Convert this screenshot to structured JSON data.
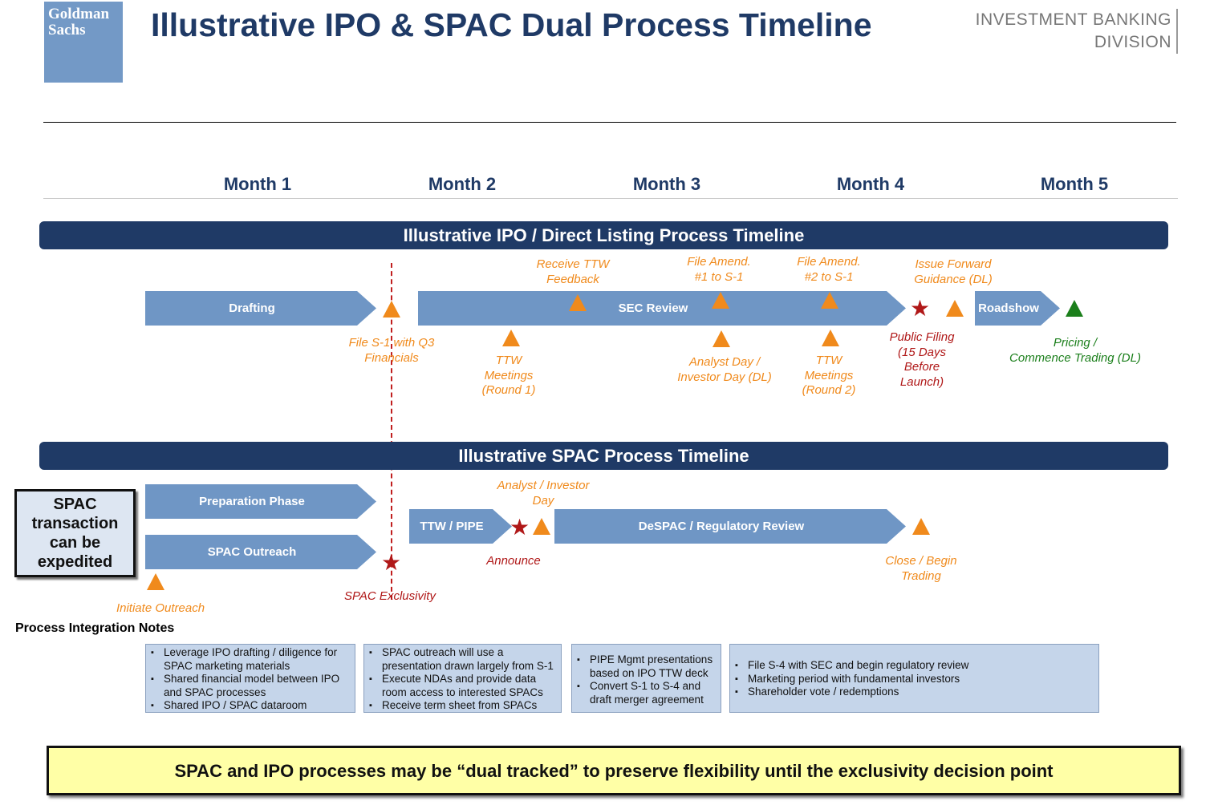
{
  "header": {
    "logo_line1": "Goldman",
    "logo_line2": "Sachs",
    "title": "Illustrative IPO & SPAC Dual Process Timeline",
    "division_line1": "INVESTMENT BANKING",
    "division_line2": "DIVISION"
  },
  "months": [
    "Month 1",
    "Month 2",
    "Month 3",
    "Month 4",
    "Month 5"
  ],
  "ipo": {
    "banner": "Illustrative IPO / Direct Listing Process Timeline",
    "phases": {
      "drafting": "Drafting",
      "sec_review": "SEC Review",
      "roadshow": "Roadshow"
    },
    "labels": {
      "file_s1": "File S-1 with Q3\nFinancials",
      "ttw_round1": "TTW\nMeetings\n(Round 1)",
      "receive_ttw": "Receive TTW\nFeedback",
      "file_amend1": "File Amend.\n#1 to S-1",
      "analyst_day": "Analyst Day /\nInvestor Day (DL)",
      "file_amend2": "File Amend.\n#2 to S-1",
      "ttw_round2": "TTW\nMeetings\n(Round 2)",
      "public_filing": "Public Filing\n(15 Days\nBefore\nLaunch)",
      "forward_guidance": "Issue Forward\nGuidance (DL)",
      "pricing": "Pricing /\nCommence Trading (DL)"
    }
  },
  "spac": {
    "banner": "Illustrative SPAC Process Timeline",
    "callout": "SPAC\ntransaction\ncan be\nexpedited",
    "phases": {
      "preparation": "Preparation  Phase",
      "outreach": "SPAC Outreach",
      "ttw_pipe": "TTW / PIPE",
      "despac": "DeSPAC / Regulatory Review"
    },
    "labels": {
      "initiate_outreach": "Initiate Outreach",
      "spac_exclusivity": "SPAC Exclusivity",
      "analyst_investor_day": "Analyst / Investor\nDay",
      "announce": "Announce",
      "close": "Close / Begin\nTrading"
    }
  },
  "notes": {
    "title": "Process Integration Notes",
    "boxes": [
      [
        "Leverage IPO drafting / diligence for SPAC marketing materials",
        "Shared financial model between IPO and SPAC processes",
        "Shared IPO / SPAC dataroom"
      ],
      [
        "SPAC outreach will use a presentation drawn largely from S-1",
        "Execute NDAs and provide data room access to interested SPACs",
        "Receive term sheet from SPACs"
      ],
      [
        "PIPE Mgmt presentations based on IPO TTW deck",
        "Convert S-1 to S-4 and draft merger agreement"
      ],
      [
        "File S-4 with SEC and begin regulatory review",
        "Marketing period with fundamental investors",
        "Shareholder vote / redemptions"
      ]
    ]
  },
  "footer": "SPAC and IPO processes may be “dual tracked” to preserve flexibility until the exclusivity decision point",
  "colors": {
    "navy": "#1f3a66",
    "phase_blue": "#6f96c5",
    "orange": "#f08a1c",
    "red": "#b01818",
    "green": "#1b7f1b",
    "note_fill": "#c5d5ea",
    "footer_fill": "#ffffa6"
  },
  "icons": {
    "milestone": "orange-triangle-icon",
    "key_event": "red-star-icon",
    "launch": "green-triangle-icon"
  }
}
